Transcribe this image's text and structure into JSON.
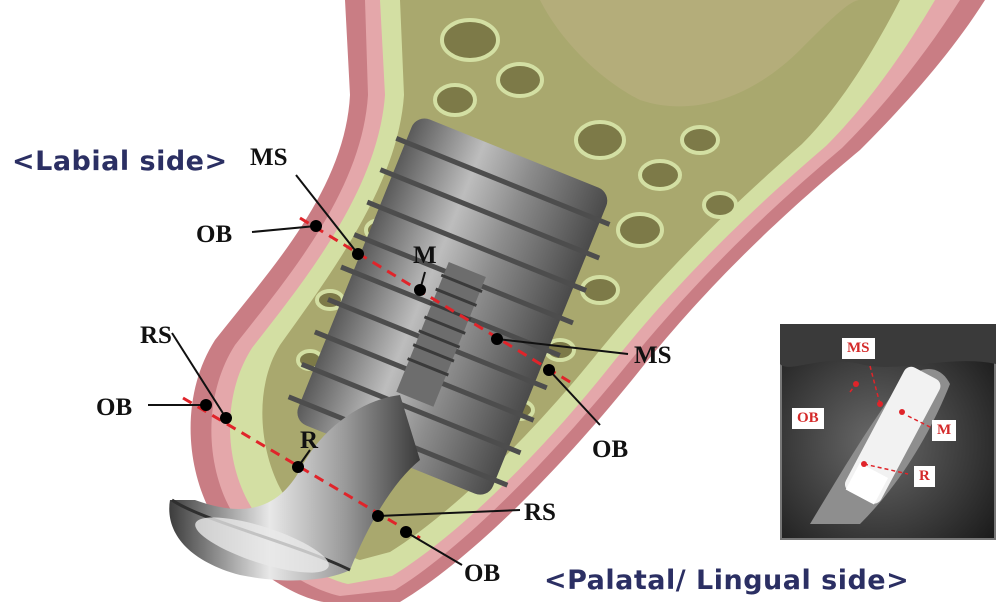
{
  "titles": {
    "labial": "<Labial side>",
    "palatal": "<Palatal/ Lingual side>"
  },
  "labels": {
    "ms_top": "MS",
    "ob_upper_left": "OB",
    "m": "M",
    "rs_left": "RS",
    "ob_lower_left": "OB",
    "r": "R",
    "ms_right": "MS",
    "ob_right": "OB",
    "rs_right": "RS",
    "ob_bottom": "OB"
  },
  "inset_labels": {
    "ms": "MS",
    "ob": "OB",
    "m": "M",
    "r": "R"
  },
  "colors": {
    "title": "#2b2f63",
    "guide_line": "#e0242a",
    "point": "#000000",
    "inset_label": "#d42a2a"
  }
}
